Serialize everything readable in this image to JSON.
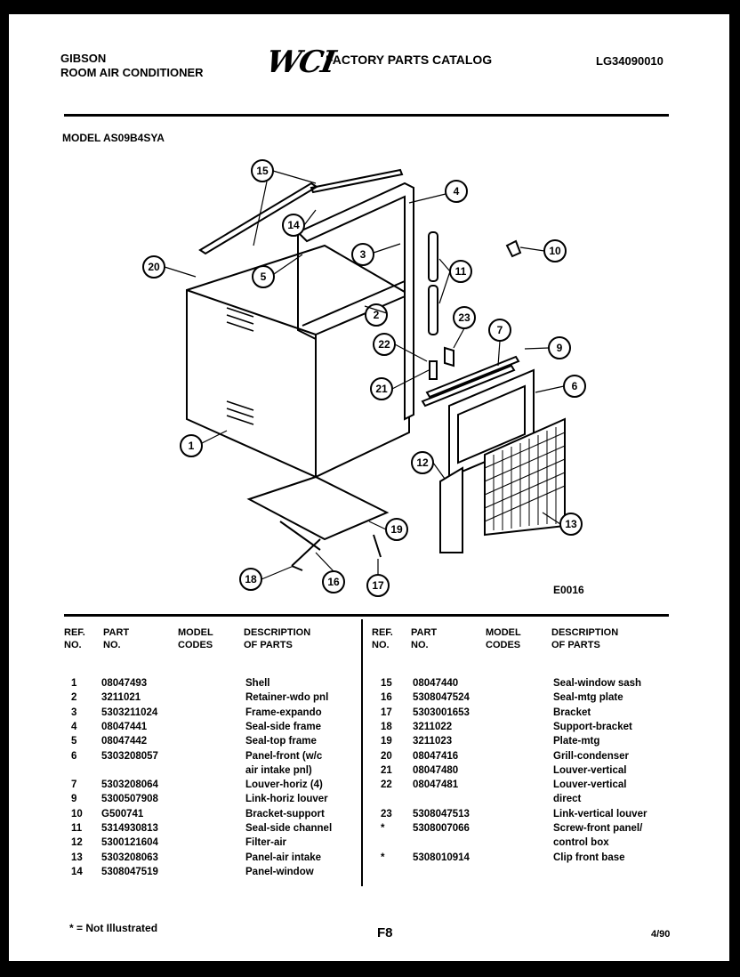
{
  "header": {
    "brand": "GIBSON",
    "product": "ROOM AIR CONDITIONER",
    "logo": "WCI",
    "catalog_title": "FACTORY PARTS CATALOG",
    "catalog_code": "LG34090010"
  },
  "model_line": "MODEL AS09B4SYA",
  "figure": {
    "id": "E0016",
    "callouts": [
      "1",
      "2",
      "3",
      "4",
      "5",
      "6",
      "7",
      "9",
      "10",
      "11",
      "12",
      "13",
      "14",
      "15",
      "16",
      "17",
      "18",
      "19",
      "20",
      "21",
      "22",
      "23"
    ]
  },
  "table": {
    "columns": {
      "ref": [
        "REF.",
        "NO."
      ],
      "part": [
        "PART",
        "NO."
      ],
      "model": [
        "MODEL",
        "CODES"
      ],
      "desc": [
        "DESCRIPTION",
        "OF PARTS"
      ]
    },
    "left": [
      {
        "ref": "1",
        "part": "08047493",
        "desc": "Shell"
      },
      {
        "ref": "2",
        "part": "3211021",
        "desc": "Retainer-wdo pnl"
      },
      {
        "ref": "3",
        "part": "5303211024",
        "desc": "Frame-expando"
      },
      {
        "ref": "4",
        "part": "08047441",
        "desc": "Seal-side frame"
      },
      {
        "ref": "5",
        "part": "08047442",
        "desc": "Seal-top frame"
      },
      {
        "ref": "6",
        "part": "5303208057",
        "desc": "Panel-front (w/c"
      },
      {
        "ref": "",
        "part": "",
        "desc": "air intake pnl)"
      },
      {
        "ref": "7",
        "part": "5303208064",
        "desc": "Louver-horiz (4)"
      },
      {
        "ref": "9",
        "part": "5300507908",
        "desc": "Link-horiz louver"
      },
      {
        "ref": "10",
        "part": "G500741",
        "desc": "Bracket-support"
      },
      {
        "ref": "11",
        "part": "5314930813",
        "desc": "Seal-side channel"
      },
      {
        "ref": "12",
        "part": "5300121604",
        "desc": "Filter-air"
      },
      {
        "ref": "13",
        "part": "5303208063",
        "desc": "Panel-air intake"
      },
      {
        "ref": "14",
        "part": "5308047519",
        "desc": "Panel-window"
      }
    ],
    "right": [
      {
        "ref": "15",
        "part": "08047440",
        "desc": "Seal-window sash"
      },
      {
        "ref": "16",
        "part": "5308047524",
        "desc": "Seal-mtg plate"
      },
      {
        "ref": "17",
        "part": "5303001653",
        "desc": "Bracket"
      },
      {
        "ref": "18",
        "part": "3211022",
        "desc": "Support-bracket"
      },
      {
        "ref": "19",
        "part": "3211023",
        "desc": "Plate-mtg"
      },
      {
        "ref": "20",
        "part": "08047416",
        "desc": "Grill-condenser"
      },
      {
        "ref": "21",
        "part": "08047480",
        "desc": "Louver-vertical"
      },
      {
        "ref": "22",
        "part": "08047481",
        "desc": "Louver-vertical"
      },
      {
        "ref": "",
        "part": "",
        "desc": "direct"
      },
      {
        "ref": "23",
        "part": "5308047513",
        "desc": "Link-vertical louver"
      },
      {
        "ref": "*",
        "part": "5308007066",
        "desc": "Screw-front panel/"
      },
      {
        "ref": "",
        "part": "",
        "desc": "control box"
      },
      {
        "ref": "*",
        "part": "5308010914",
        "desc": "Clip front base"
      }
    ]
  },
  "footer": {
    "footnote": "* = Not Illustrated",
    "page": "F8",
    "date": "4/90"
  }
}
